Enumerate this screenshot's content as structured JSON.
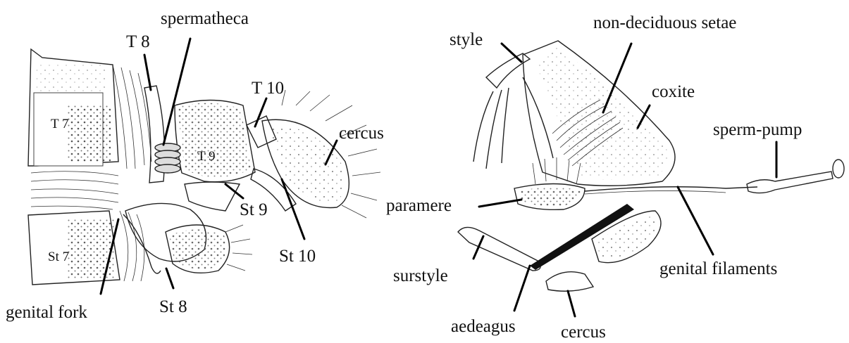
{
  "left_panel": {
    "labels": {
      "spermatheca": "spermatheca",
      "t8": "T 8",
      "t10": "T 10",
      "t7": "T 7",
      "t9": "T 9",
      "cercus": "cercus",
      "st9": "St 9",
      "st7": "St 7",
      "st10": "St 10",
      "st8": "St 8",
      "genital_fork": "genital fork"
    }
  },
  "right_panel": {
    "labels": {
      "style": "style",
      "non_deciduous_setae": "non-deciduous setae",
      "coxite": "coxite",
      "sperm_pump": "sperm-pump",
      "paramere": "paramere",
      "surstyle": "surstyle",
      "genital_filaments": "genital filaments",
      "aedeagus": "aedeagus",
      "cercus": "cercus"
    }
  }
}
